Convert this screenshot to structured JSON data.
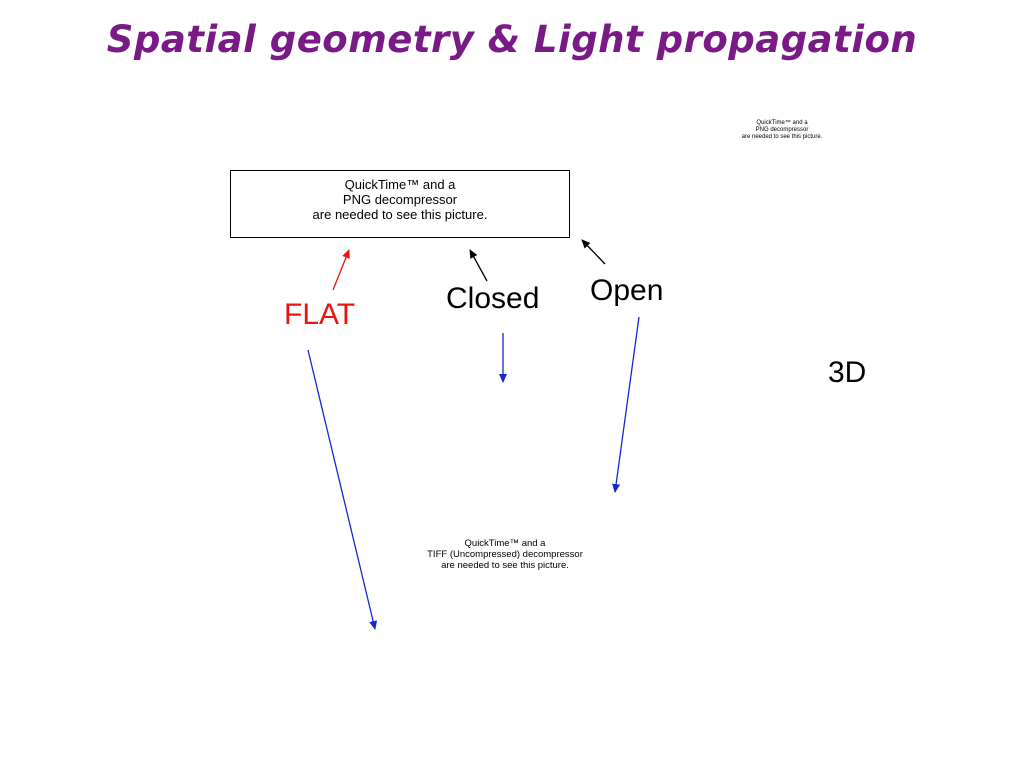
{
  "title": "Spatial geometry & Light propagation",
  "placeholders": {
    "small": {
      "line1": "QuickTime™ and a",
      "line2": "PNG decompressor",
      "line3": "are needed to see this picture."
    },
    "box": {
      "line1": "QuickTime™ and a",
      "line2": "PNG decompressor",
      "line3": "are needed to see this picture."
    },
    "bottom": {
      "line1": "QuickTime™ and a",
      "line2": "TIFF (Uncompressed) decompressor",
      "line3": "are needed to see this picture."
    }
  },
  "labels": {
    "flat": "FLAT",
    "closed": "Closed",
    "open": "Open",
    "three_d": "3D"
  },
  "colors": {
    "title": "#7a1a86",
    "flat": "#e8140e",
    "arrow_red": "#e8140e",
    "arrow_black": "#000000",
    "arrow_blue": "#1428d0"
  }
}
